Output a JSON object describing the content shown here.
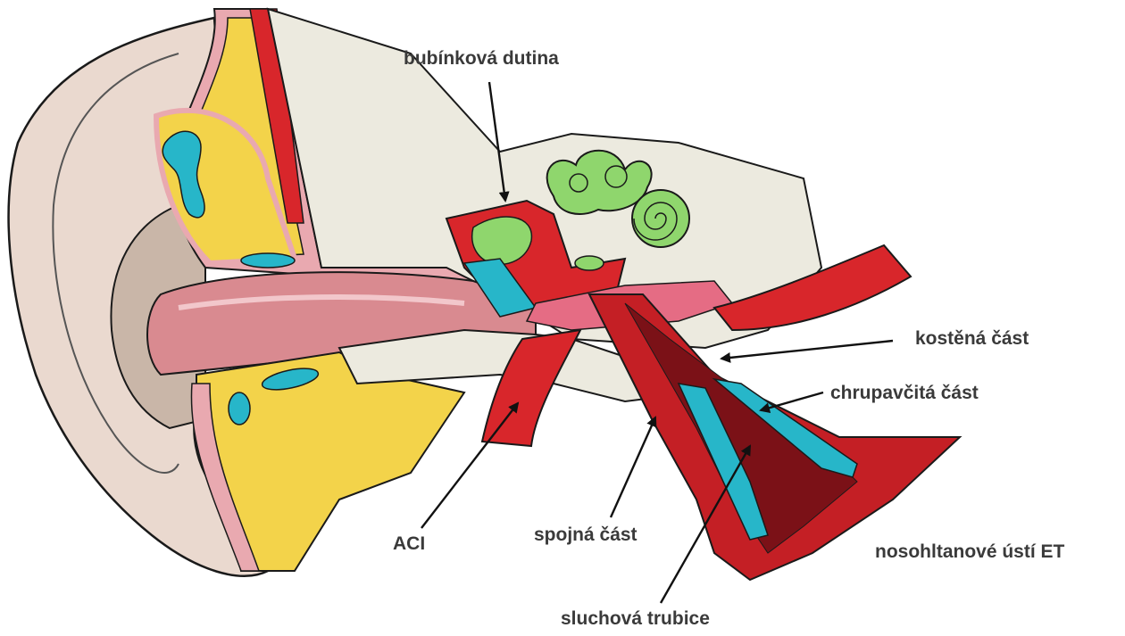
{
  "diagram": {
    "labels": {
      "tympanic_cavity": "bubínková dutina",
      "bony_part": "kostěná část",
      "cartilaginous_part": "chrupavčitá část",
      "aci": "ACI",
      "junction_part": "spojná část",
      "nasopharyngeal_opening": "nosohltanové ústí ET",
      "eustachian_tube": "sluchová trubice"
    },
    "colors": {
      "skin": "#ead9cf",
      "canal": "#d98a90",
      "fat": "#f3d34a",
      "bone": "#eceadf",
      "artery": "#d8262b",
      "dark_red": "#7b1117",
      "cyan": "#27b6c9",
      "inner_ear": "#8fd66d",
      "outline": "#1a1a1a"
    }
  }
}
